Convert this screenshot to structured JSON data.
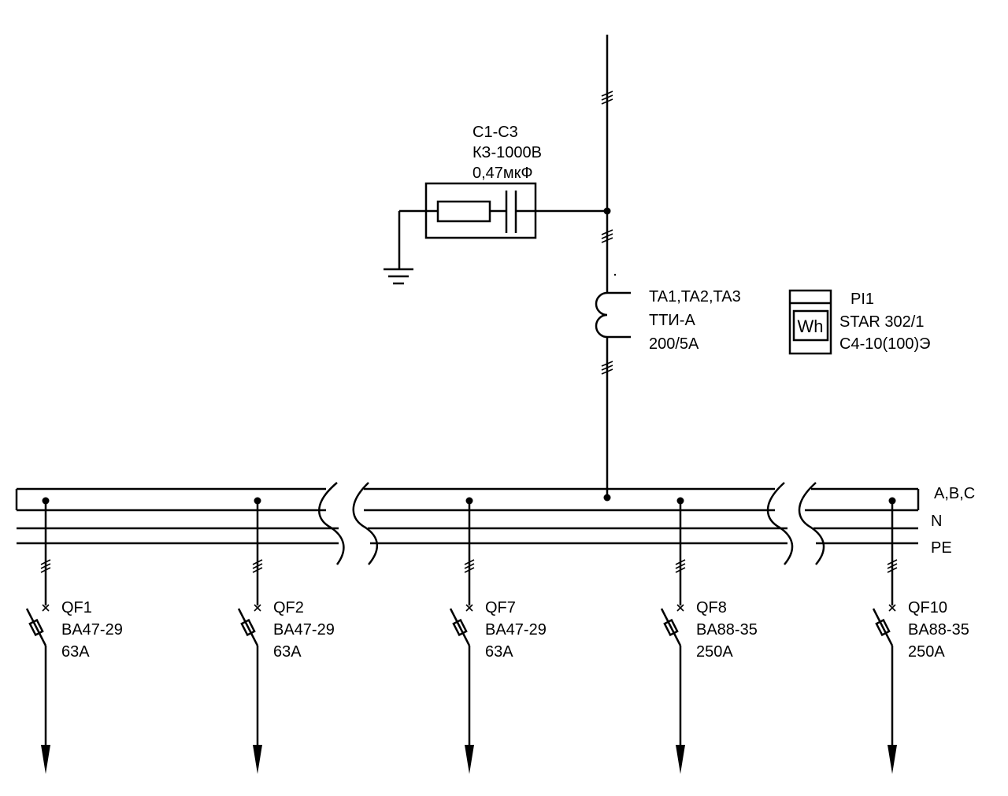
{
  "capacitor": {
    "label_1": "C1-C3",
    "label_2": "КЗ-1000В",
    "label_3": "0,47мкФ"
  },
  "current_transformer": {
    "label_1": "TA1,TA2,TA3",
    "label_2": "ТТИ-А",
    "label_3": "200/5А"
  },
  "meter": {
    "symbol": "Wh",
    "label_1": "PI1",
    "label_2": "STAR 302/1",
    "label_3": "С4-10(100)Э"
  },
  "busbars": {
    "phases_label": "A,B,C",
    "neutral_label": "N",
    "pe_label": "PE"
  },
  "breakers": [
    {
      "name": "QF1",
      "type": "BA47-29",
      "rating": "63A"
    },
    {
      "name": "QF2",
      "type": "BA47-29",
      "rating": "63A"
    },
    {
      "name": "QF7",
      "type": "BA47-29",
      "rating": "63A"
    },
    {
      "name": "QF8",
      "type": "BA88-35",
      "rating": "250A"
    },
    {
      "name": "QF10",
      "type": "BA88-35",
      "rating": "250A"
    }
  ]
}
